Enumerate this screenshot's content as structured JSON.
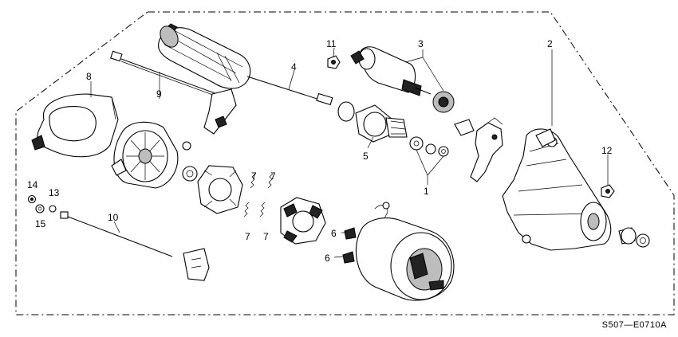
{
  "diagram": {
    "callouts": {
      "c1": "1",
      "c2": "2",
      "c3": "3",
      "c4": "4",
      "c5": "5",
      "c6a": "6",
      "c6b": "6",
      "c7a": "7",
      "c7b": "7",
      "c7c": "7",
      "c7d": "7",
      "c8": "8",
      "c9": "9",
      "c10": "10",
      "c11": "11",
      "c12": "12",
      "c13": "13",
      "c14": "14",
      "c15": "15"
    },
    "diagram_code": "S507—E0710A"
  }
}
